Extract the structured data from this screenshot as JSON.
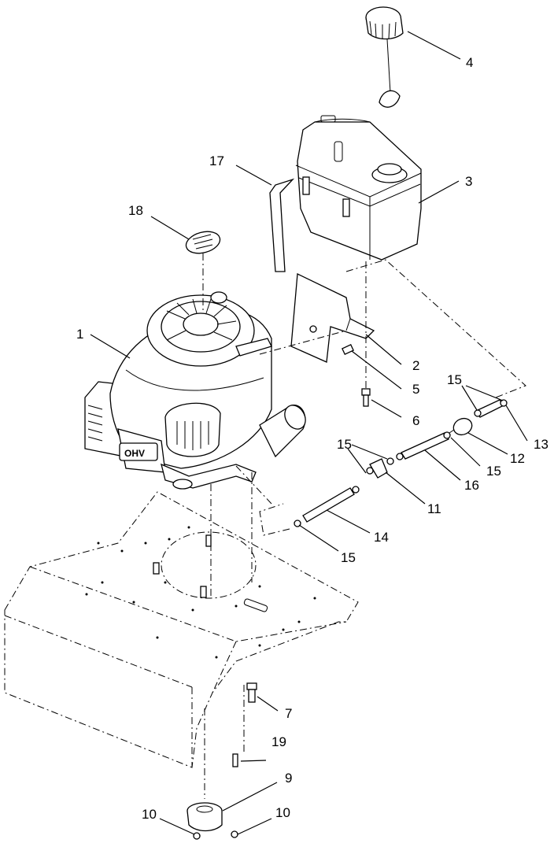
{
  "callouts": {
    "c1": "1",
    "c2": "2",
    "c3": "3",
    "c4": "4",
    "c5": "5",
    "c6": "6",
    "c7": "7",
    "c9": "9",
    "c10a": "10",
    "c10b": "10",
    "c11": "11",
    "c12": "12",
    "c13": "13",
    "c14": "14",
    "c15a": "15",
    "c15b": "15",
    "c15c": "15",
    "c15d": "15",
    "c16": "16",
    "c17": "17",
    "c18": "18",
    "c19": "19"
  },
  "engine_label": "OHV"
}
